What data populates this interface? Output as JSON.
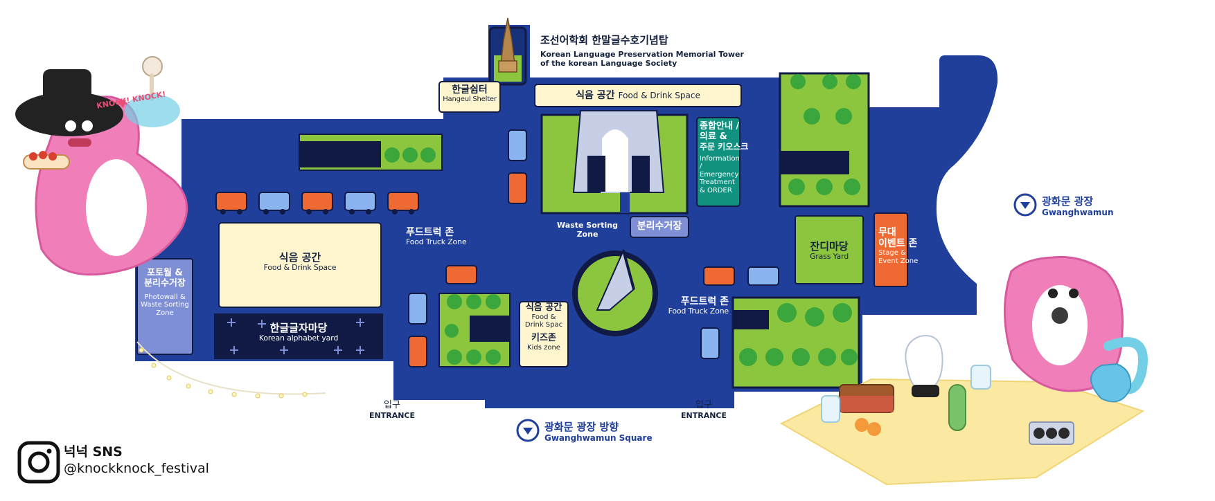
{
  "colors": {
    "venue": "#1f3f9a",
    "grass": "#8cc63f",
    "tree": "#3aa63c",
    "cream": "#fff6cf",
    "navy": "#111a45",
    "teal": "#11917f",
    "orange": "#ee6a32",
    "lavender": "#7f8fd6"
  },
  "areas": {
    "memorial_tower": {
      "ko": "조선어학회 한말글수호기념탑",
      "en_line1": "Korean Language Preservation Memorial Tower",
      "en_line2": "of the korean Language Society"
    },
    "hangeul_shelter": {
      "ko": "한글쉼터",
      "en": "Hangeul Shelter"
    },
    "food_drink_top": {
      "ko": "식음 공간",
      "en": "Food & Drink Space"
    },
    "info_center": {
      "ko_line1": "종합안내 /",
      "ko_line2": "의료 &",
      "ko_line3": "주문 키오스크",
      "en_line1": "Information /",
      "en_line2": "Emergency",
      "en_line3": "Treatment",
      "en_line4": "& ORDER"
    },
    "waste_sorting_zone": {
      "en": "Waste Sorting Zone",
      "ko": "분리수거장"
    },
    "food_truck_zone_left": {
      "ko": "푸드트럭 존",
      "en": "Food Truck Zone"
    },
    "food_truck_zone_right": {
      "ko": "푸드트럭 존",
      "en": "Food Truck Zone"
    },
    "food_drink_main": {
      "ko": "식음 공간",
      "en": "Food & Drink Space"
    },
    "photowall": {
      "ko_line1": "포토월 &",
      "ko_line2": "분리수거장",
      "en_line1": "Photowall &",
      "en_line2": "Waste Sorting",
      "en_line3": "Zone"
    },
    "alphabet_yard": {
      "ko": "한글글자마당",
      "en": "Korean alphabet yard"
    },
    "food_kids": {
      "ko": "식음 공간",
      "en_line1": "Food &",
      "en_line2": "Drink Spac",
      "kids_ko": "키즈존",
      "kids_en": "Kids zone"
    },
    "grass_yard": {
      "ko": "잔디마당",
      "en": "Grass Yard"
    },
    "stage": {
      "ko_line1": "무대",
      "ko_line2": "이벤트 존",
      "en_line1": "Stage &",
      "en_line2": "Event Zone"
    }
  },
  "landmarks": {
    "gwanghwamun": {
      "ko": "광화문 광장",
      "en": "Gwanghwamun"
    },
    "gwanghwamun_square": {
      "ko": "광화문 광장 방향",
      "en": "Gwanghwamun Square"
    }
  },
  "entrances": [
    {
      "ko": "입구",
      "en": "ENTRANCE"
    },
    {
      "ko": "입구",
      "en": "ENTRANCE"
    }
  ],
  "mascot": {
    "speech": "KNOCK! KNOCK!"
  },
  "sns": {
    "title": "넉넉 SNS",
    "handle": "@knockknock_festival",
    "icon": "instagram-icon"
  }
}
